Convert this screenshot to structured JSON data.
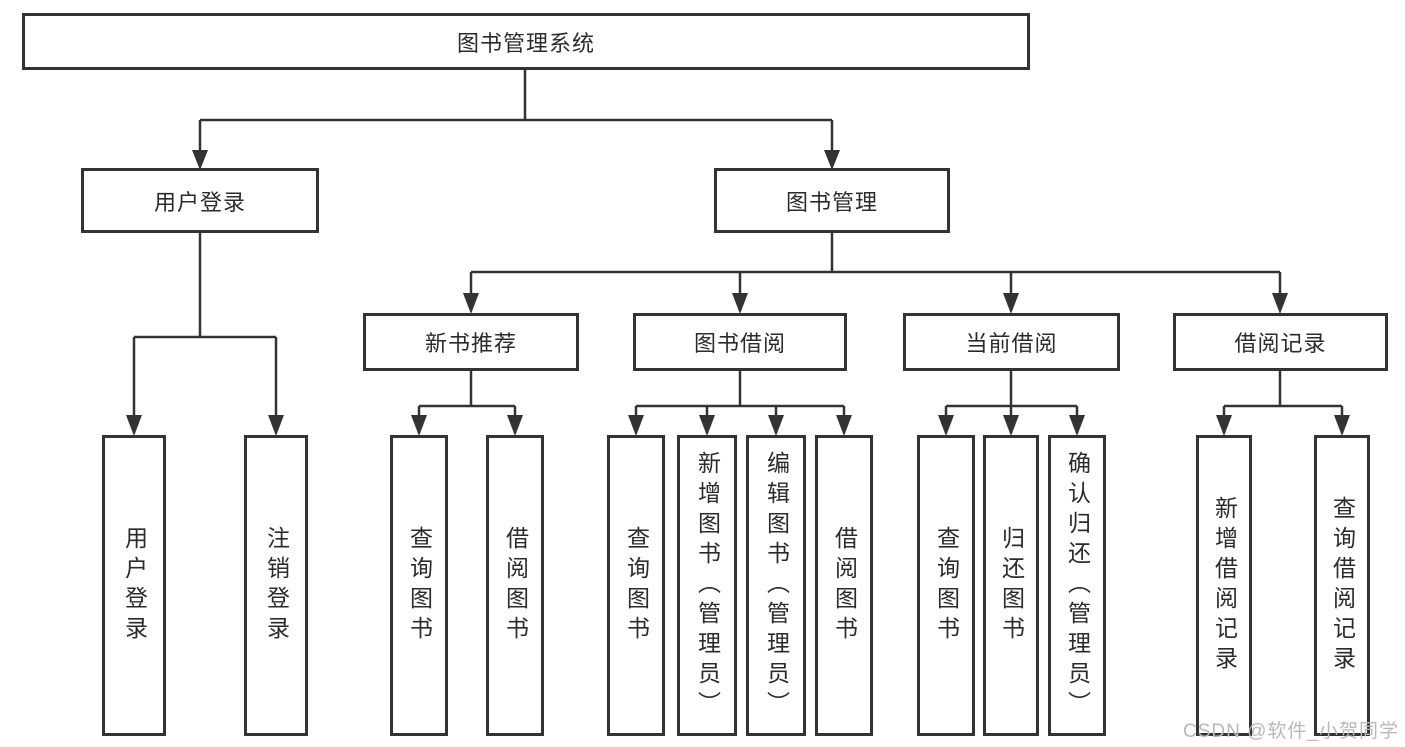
{
  "diagram_title": "图书管理系统",
  "tree": {
    "label": "图书管理系统",
    "children": [
      {
        "label": "用户登录",
        "children": [
          {
            "label": "用户登录"
          },
          {
            "label": "注销登录"
          }
        ]
      },
      {
        "label": "图书管理",
        "children": [
          {
            "label": "新书推荐",
            "children": [
              {
                "label": "查询图书"
              },
              {
                "label": "借阅图书"
              }
            ]
          },
          {
            "label": "图书借阅",
            "children": [
              {
                "label": "查询图书"
              },
              {
                "label": "新增图书（管理员）"
              },
              {
                "label": "编辑图书（管理员）"
              },
              {
                "label": "借阅图书"
              }
            ]
          },
          {
            "label": "当前借阅",
            "children": [
              {
                "label": "查询图书"
              },
              {
                "label": "归还图书"
              },
              {
                "label": "确认归还（管理员）"
              }
            ]
          },
          {
            "label": "借阅记录",
            "children": [
              {
                "label": "新增借阅记录"
              },
              {
                "label": "查询借阅记录"
              }
            ]
          }
        ]
      }
    ]
  },
  "watermark": {
    "text": "CSDN @软件_小贺同学"
  },
  "colors": {
    "background": "#ffffff",
    "line": "#333333",
    "box_border": "#333333",
    "text": "#2b2b2b",
    "watermark": "#b9b9b9"
  }
}
